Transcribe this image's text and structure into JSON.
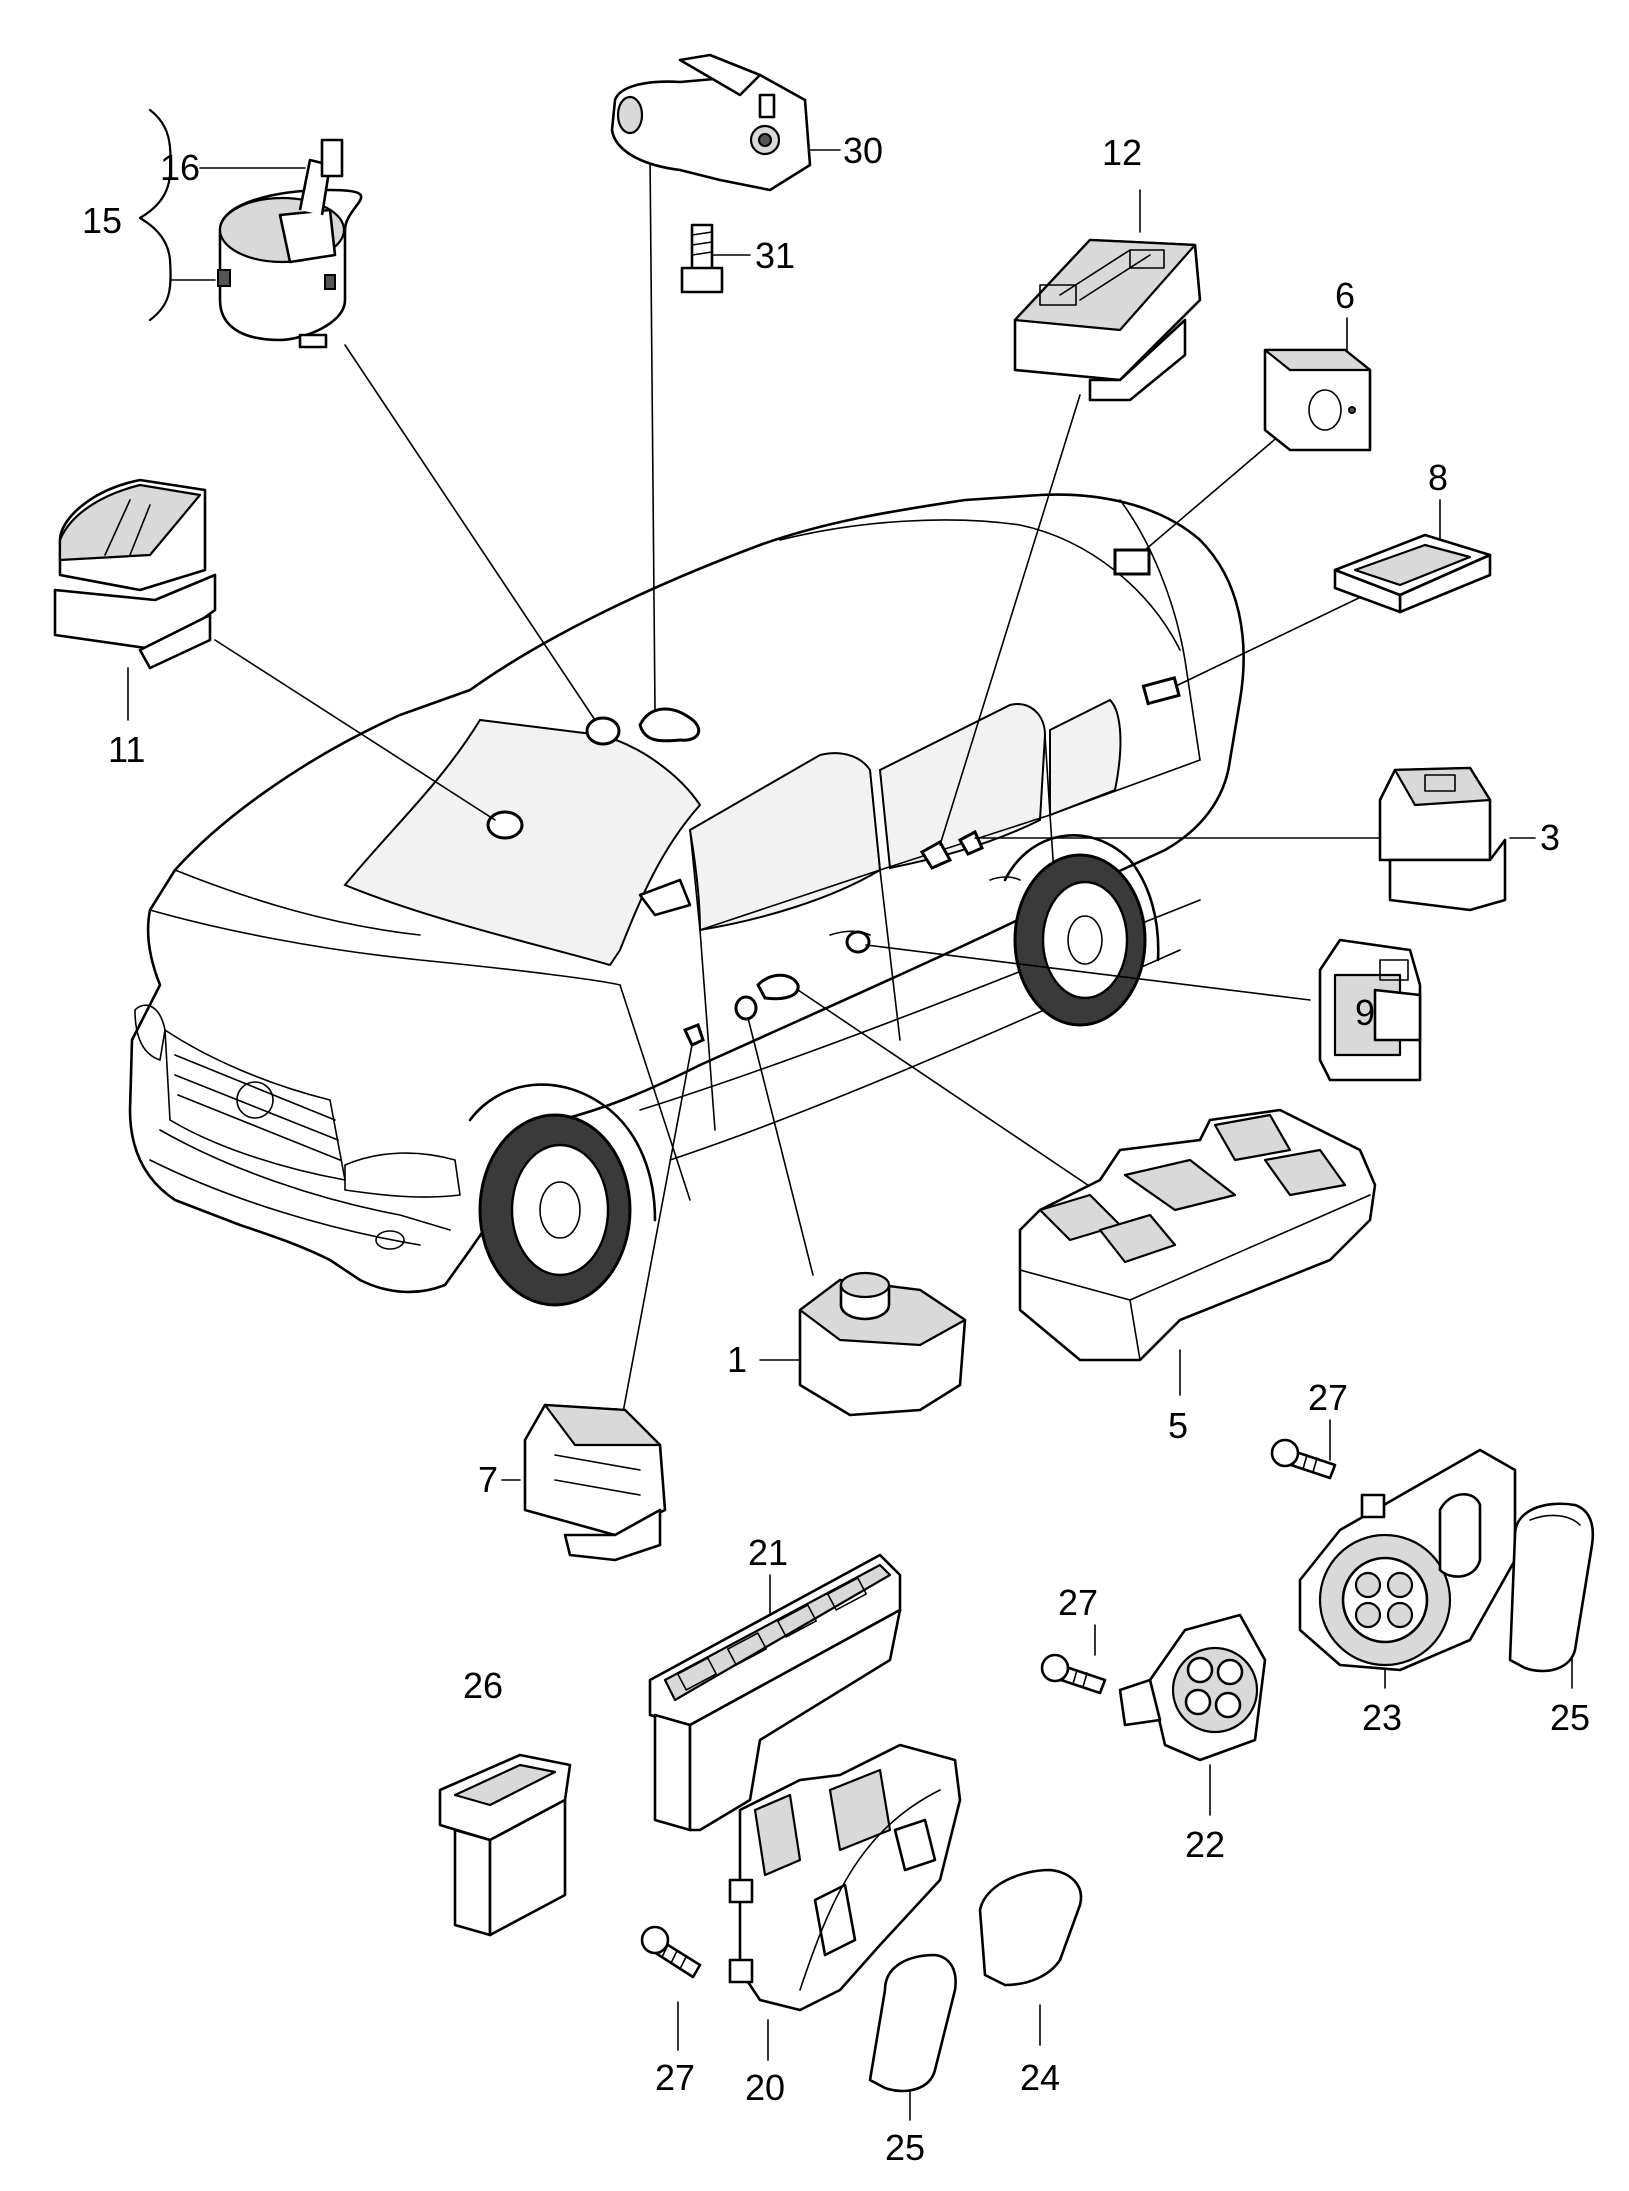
{
  "callouts": [
    {
      "id": "c15",
      "label": "15"
    },
    {
      "id": "c16",
      "label": "16"
    },
    {
      "id": "c30",
      "label": "30"
    },
    {
      "id": "c31",
      "label": "31"
    },
    {
      "id": "c12",
      "label": "12"
    },
    {
      "id": "c6",
      "label": "6"
    },
    {
      "id": "c8",
      "label": "8"
    },
    {
      "id": "c11",
      "label": "11"
    },
    {
      "id": "c3",
      "label": "3"
    },
    {
      "id": "c9",
      "label": "9"
    },
    {
      "id": "c1",
      "label": "1"
    },
    {
      "id": "c5",
      "label": "5"
    },
    {
      "id": "c7",
      "label": "7"
    },
    {
      "id": "c27a",
      "label": "27"
    },
    {
      "id": "c21",
      "label": "21"
    },
    {
      "id": "c27b",
      "label": "27"
    },
    {
      "id": "c26",
      "label": "26"
    },
    {
      "id": "c22",
      "label": "22"
    },
    {
      "id": "c23",
      "label": "23"
    },
    {
      "id": "c25a",
      "label": "25"
    },
    {
      "id": "c27c",
      "label": "27"
    },
    {
      "id": "c20",
      "label": "20"
    },
    {
      "id": "c24",
      "label": "24"
    },
    {
      "id": "c25b",
      "label": "25"
    }
  ]
}
